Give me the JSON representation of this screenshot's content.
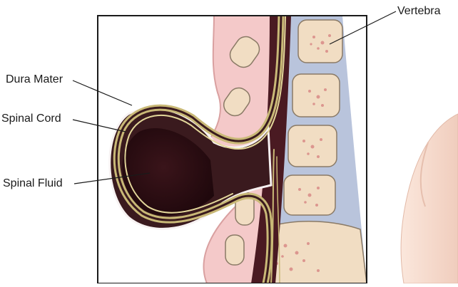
{
  "labels": {
    "dura_mater": "Dura Mater",
    "spinal_cord": "Spinal Cord",
    "spinal_fluid": "Spinal Fluid",
    "vertebra": "Vertebra"
  },
  "colors": {
    "skin": "#f4c9c9",
    "skin_outline": "#d9a0a0",
    "dura_sac": "#3a1a1e",
    "fluid": "#2a0d12",
    "cord": "#c9b977",
    "vertebra_body": "#f1ddc3",
    "vertebra_spots": "#d98a86",
    "disc": "#b9c4dc",
    "frame": "#1a1a1a",
    "bone_outline": "#8a7a66"
  }
}
